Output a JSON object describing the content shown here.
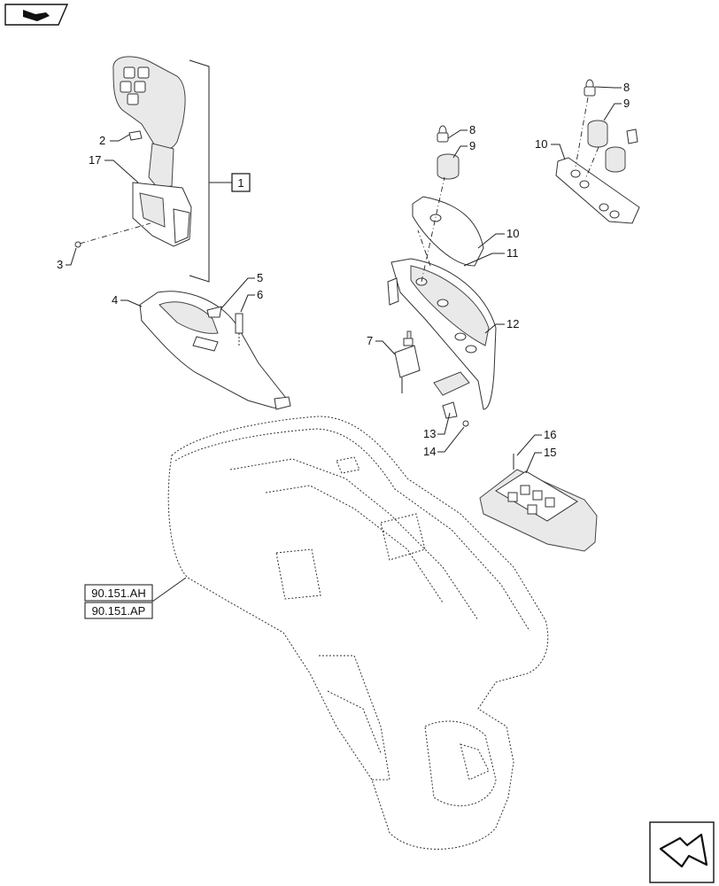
{
  "callouts": {
    "c1": "1",
    "c2": "2",
    "c3": "3",
    "c4": "4",
    "c5": "5",
    "c6": "6",
    "c7": "7",
    "c8a": "8",
    "c8b": "8",
    "c9a": "9",
    "c9b": "9",
    "c10a": "10",
    "c10b": "10",
    "c11": "11",
    "c12": "12",
    "c13": "13",
    "c14": "14",
    "c15": "15",
    "c16": "16",
    "c17": "17"
  },
  "references": {
    "ref_ah": "90.151.AH",
    "ref_ap": "90.151.AP"
  },
  "icons": {
    "top_left": "previous-page-arrow-icon",
    "bottom_right": "next-page-arrow-icon"
  }
}
